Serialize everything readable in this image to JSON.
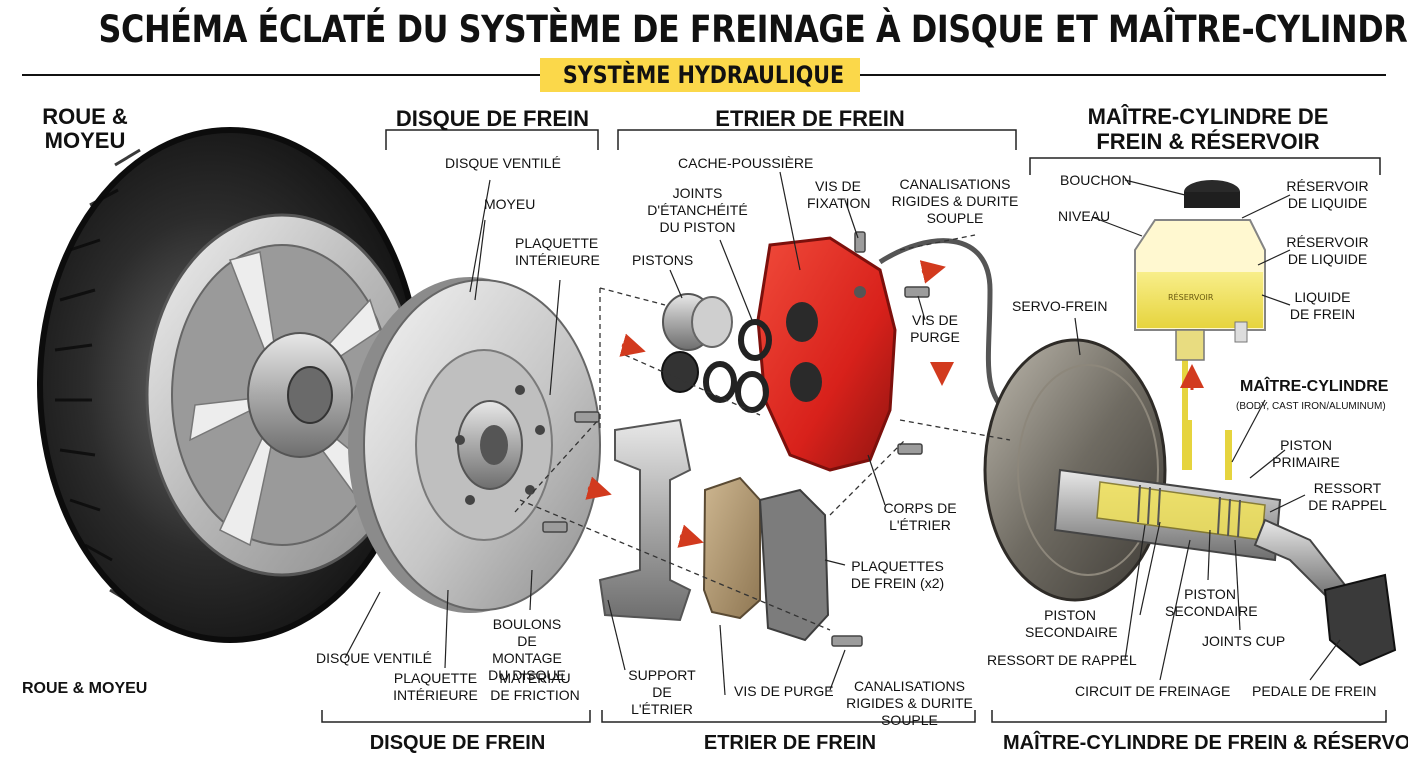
{
  "header": {
    "title": "SCHÉMA ÉCLATÉ DU SYSTÈME DE FREINAGE À DISQUE ET MAÎTRE-CYLINDRE",
    "subtitle": "SYSTÈME HYDRAULIQUE"
  },
  "sections": {
    "wheel_top": "ROUE & MOYEU",
    "disc_top": "DISQUE DE FREIN",
    "caliper_top": "ETRIER DE FREIN",
    "master_top": "MAÎTRE-CYLINDRE DE FREIN & RÉSERVOIR",
    "wheel_bottom": "ROUE & MOYEU",
    "disc_bottom": "DISQUE DE FREIN",
    "caliper_bottom": "ETRIER DE FREIN",
    "master_bottom": "MAÎTRE-CYLINDRE DE FREIN & RÉSERVOIR"
  },
  "labels": {
    "disque_ventile_top": "DISQUE VENTILÉ",
    "moyeu": "MOYEU",
    "plaquette_int_top": "PLAQUETTE INTÉRIEURE",
    "cache_poussiere": "CACHE-POUSSIÈRE",
    "joints_piston": "JOINTS D'ÉTANCHÉITÉ DU PISTON",
    "vis_fixation": "VIS DE FIXATION",
    "canalisations_top": "CANALISATIONS RIGIDES & DURITE SOUPLE",
    "pistons": "PISTONS",
    "vis_purge_top": "VIS DE PURGE",
    "corps_etrier": "CORPS DE L'ÉTRIER",
    "plaquettes_frein": "PLAQUETTES DE FREIN (x2)",
    "support_etrier": "SUPPORT DE L'ÉTRIER",
    "vis_purge_bottom": "VIS DE PURGE",
    "canalisations_bottom": "CANALISATIONS RIGIDES & DURITE SOUPLE",
    "disque_ventile_bottom": "DISQUE VENTILÉ",
    "plaquette_int_bottom": "PLAQUETTE INTÉRIEURE",
    "boulons": "BOULONS DE MONTAGE DU DISQUE",
    "materiau": "MATÉRIAU DE FRICTION",
    "bouchon": "BOUCHON",
    "niveau": "NIVEAU",
    "reservoir_1": "RÉSERVOIR DE LIQUIDE",
    "reservoir_2": "RÉSERVOIR DE LIQUIDE",
    "liquide": "LIQUIDE DE FREIN",
    "servo": "SERVO-FREIN",
    "maitre_cyl": "MAÎTRE-CYLINDRE",
    "maitre_cyl_sub": "(BODY, CAST IRON/ALUMINUM)",
    "piston_primaire": "PISTON PRIMAIRE",
    "ressort_rappel_right": "RESSORT DE RAPPEL",
    "piston_secondaire_mid": "PISTON SECONDAIRE",
    "piston_secondaire_left": "PISTON SECONDAIRE",
    "joints_cup": "JOINTS CUP",
    "ressort_rappel_left": "RESSORT DE RAPPEL",
    "circuit": "CIRCUIT DE FREINAGE",
    "pedale": "PEDALE DE FREIN",
    "reservoir_tag": "RÉSERVOIR"
  },
  "colors": {
    "highlight": "#fbd84a",
    "caliper_red": "#d8211b",
    "fluid_yellow": "#f2e35a",
    "arrow_red": "#d23a1e"
  }
}
